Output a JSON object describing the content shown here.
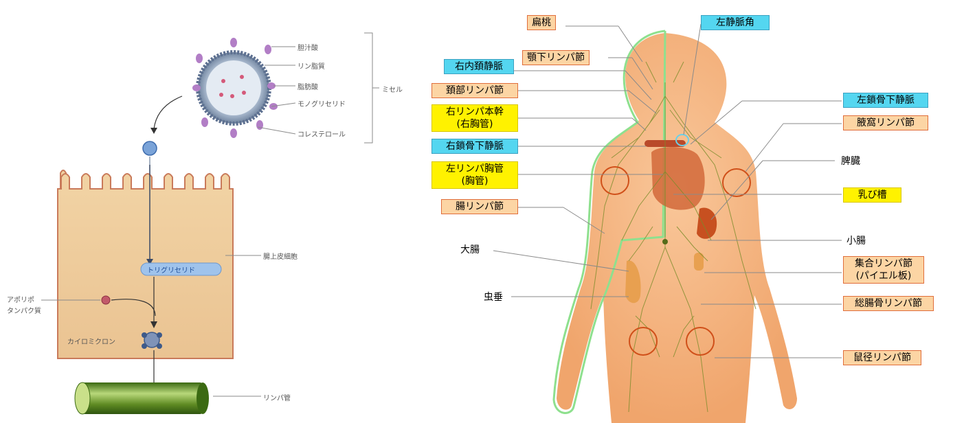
{
  "left_diagram": {
    "micelle_components": [
      "胆汁酸",
      "リン脂質",
      "脂肪酸",
      "モノグリセリド",
      "コレステロール"
    ],
    "micelle_label": "ミセル",
    "triglyceride_label": "トリグリセリド",
    "epithelial_cell_label": "腸上皮細胞",
    "apolipoprotein_label": "アポリポ\nタンパク質",
    "chylomicron_label": "カイロミクロン",
    "lymph_vessel_label": "リンパ管"
  },
  "right_diagram": {
    "labels_left": [
      {
        "text": "扁桃",
        "style": "orange"
      },
      {
        "text": "顎下リンパ節",
        "style": "orange"
      },
      {
        "text": "右内頚静脈",
        "style": "cyan"
      },
      {
        "text": "頚部リンパ節",
        "style": "orange"
      },
      {
        "text": "右リンパ本幹\n(右胸管)",
        "style": "yellow"
      },
      {
        "text": "右鎖骨下静脈",
        "style": "cyan"
      },
      {
        "text": "左リンパ胸管\n(胸管)",
        "style": "yellow"
      },
      {
        "text": "腸リンパ節",
        "style": "orange"
      },
      {
        "text": "大腸",
        "style": "plain"
      },
      {
        "text": "虫垂",
        "style": "plain"
      }
    ],
    "labels_right": [
      {
        "text": "左静脈角",
        "style": "cyan"
      },
      {
        "text": "左鎖骨下静脈",
        "style": "cyan"
      },
      {
        "text": "腋窩リンパ節",
        "style": "orange"
      },
      {
        "text": "脾臓",
        "style": "plain"
      },
      {
        "text": "乳び槽",
        "style": "yellow"
      },
      {
        "text": "小腸",
        "style": "plain"
      },
      {
        "text": "集合リンパ節\n(パイエル板)",
        "style": "orange"
      },
      {
        "text": "総腸骨リンパ節",
        "style": "orange"
      },
      {
        "text": "鼠径リンパ節",
        "style": "orange"
      }
    ]
  },
  "colors": {
    "label_orange_fill": "#fcd5a4",
    "label_orange_border": "#e06d3a",
    "label_cyan_fill": "#54d6f0",
    "label_yellow_fill": "#fff200",
    "body_skin": "#f6b57f",
    "lymph_green": "#7a8c2a",
    "outline_green": "#8ee08e",
    "node_circle": "#d0501a"
  }
}
